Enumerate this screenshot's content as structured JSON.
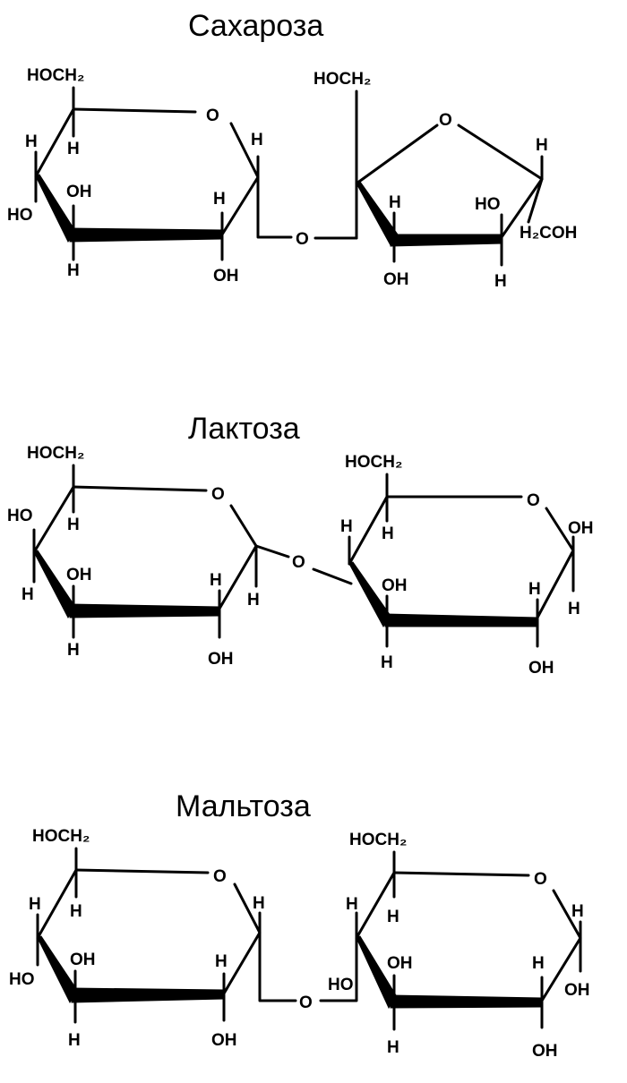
{
  "diagrams": [
    {
      "title": "Сахароза",
      "labels": {
        "g_hoch2": "HOCH₂",
        "g_o": "O",
        "g_h_c1": "H",
        "g_h_c4a": "H",
        "g_h_c4b": "H",
        "g_ho_c4": "HO",
        "g_oh_c3": "OH",
        "g_h_c3": "H",
        "g_h_c2": "H",
        "g_oh_c2": "OH",
        "link_o": "O",
        "f_hoch2": "HOCH₂",
        "f_o": "O",
        "f_h_c5": "H",
        "f_h_c3": "H",
        "f_oh_c3": "OH",
        "f_ho_c4": "HO",
        "f_h_c4": "H",
        "f_h2coh": "H₂COH"
      }
    },
    {
      "title": "Лактоза",
      "labels": {
        "a_hoch2": "HOCH₂",
        "a_o": "O",
        "a_ho_c4": "HO",
        "a_h_c5": "H",
        "a_h_c4": "H",
        "a_oh_c3": "OH",
        "a_h_c3": "H",
        "a_h_c2": "H",
        "a_oh_c2": "OH",
        "a_h_c1": "H",
        "link_o": "O",
        "b_hoch2": "HOCH₂",
        "b_o": "O",
        "b_h_c4": "H",
        "b_h_c5": "H",
        "b_oh_c3": "OH",
        "b_h_c3": "H",
        "b_h_c2": "H",
        "b_oh_c2": "OH",
        "b_oh_c1": "OH",
        "b_h_c1": "H"
      }
    },
    {
      "title": "Мальтоза",
      "labels": {
        "a_hoch2": "HOCH₂",
        "a_o": "O",
        "a_h_c4": "H",
        "a_h_c5": "H",
        "a_ho_c4": "HO",
        "a_oh_c3": "OH",
        "a_h_c3": "H",
        "a_h_c2": "H",
        "a_oh_c2": "OH",
        "a_h_c1": "H",
        "link_o": "O",
        "b_hoch2": "HOCH₂",
        "b_o": "O",
        "b_h_c4": "H",
        "b_h_c5": "H",
        "b_ho_c4": "HO",
        "b_oh_c3": "OH",
        "b_h_c3": "H",
        "b_h_c2": "H",
        "b_oh_c2": "OH",
        "b_h_c1": "H",
        "b_oh_c1": "OH"
      }
    }
  ]
}
